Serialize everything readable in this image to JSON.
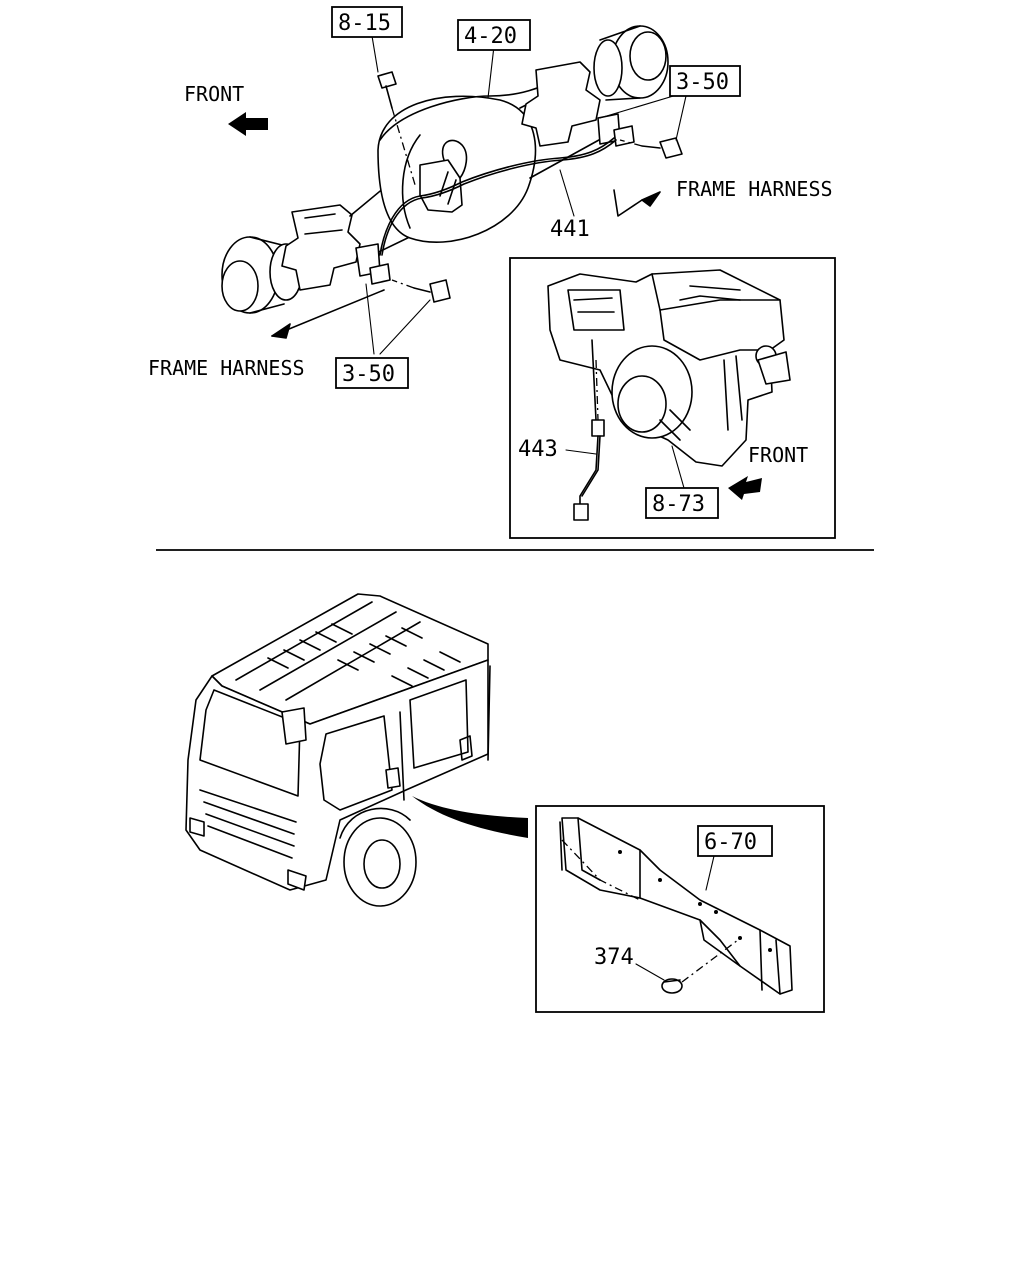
{
  "labels": {
    "front_top": "FRONT",
    "front_inset": "FRONT",
    "frame_harness_right": "FRAME HARNESS",
    "frame_harness_left": "FRAME HARNESS"
  },
  "callouts": {
    "ref_8_15": "8-15",
    "ref_4_20": "4-20",
    "ref_3_50_top": "3-50",
    "ref_3_50_bottom": "3-50",
    "ref_8_73": "8-73",
    "ref_6_70": "6-70"
  },
  "part_numbers": {
    "p441": "441",
    "p443": "443",
    "p374": "374"
  }
}
